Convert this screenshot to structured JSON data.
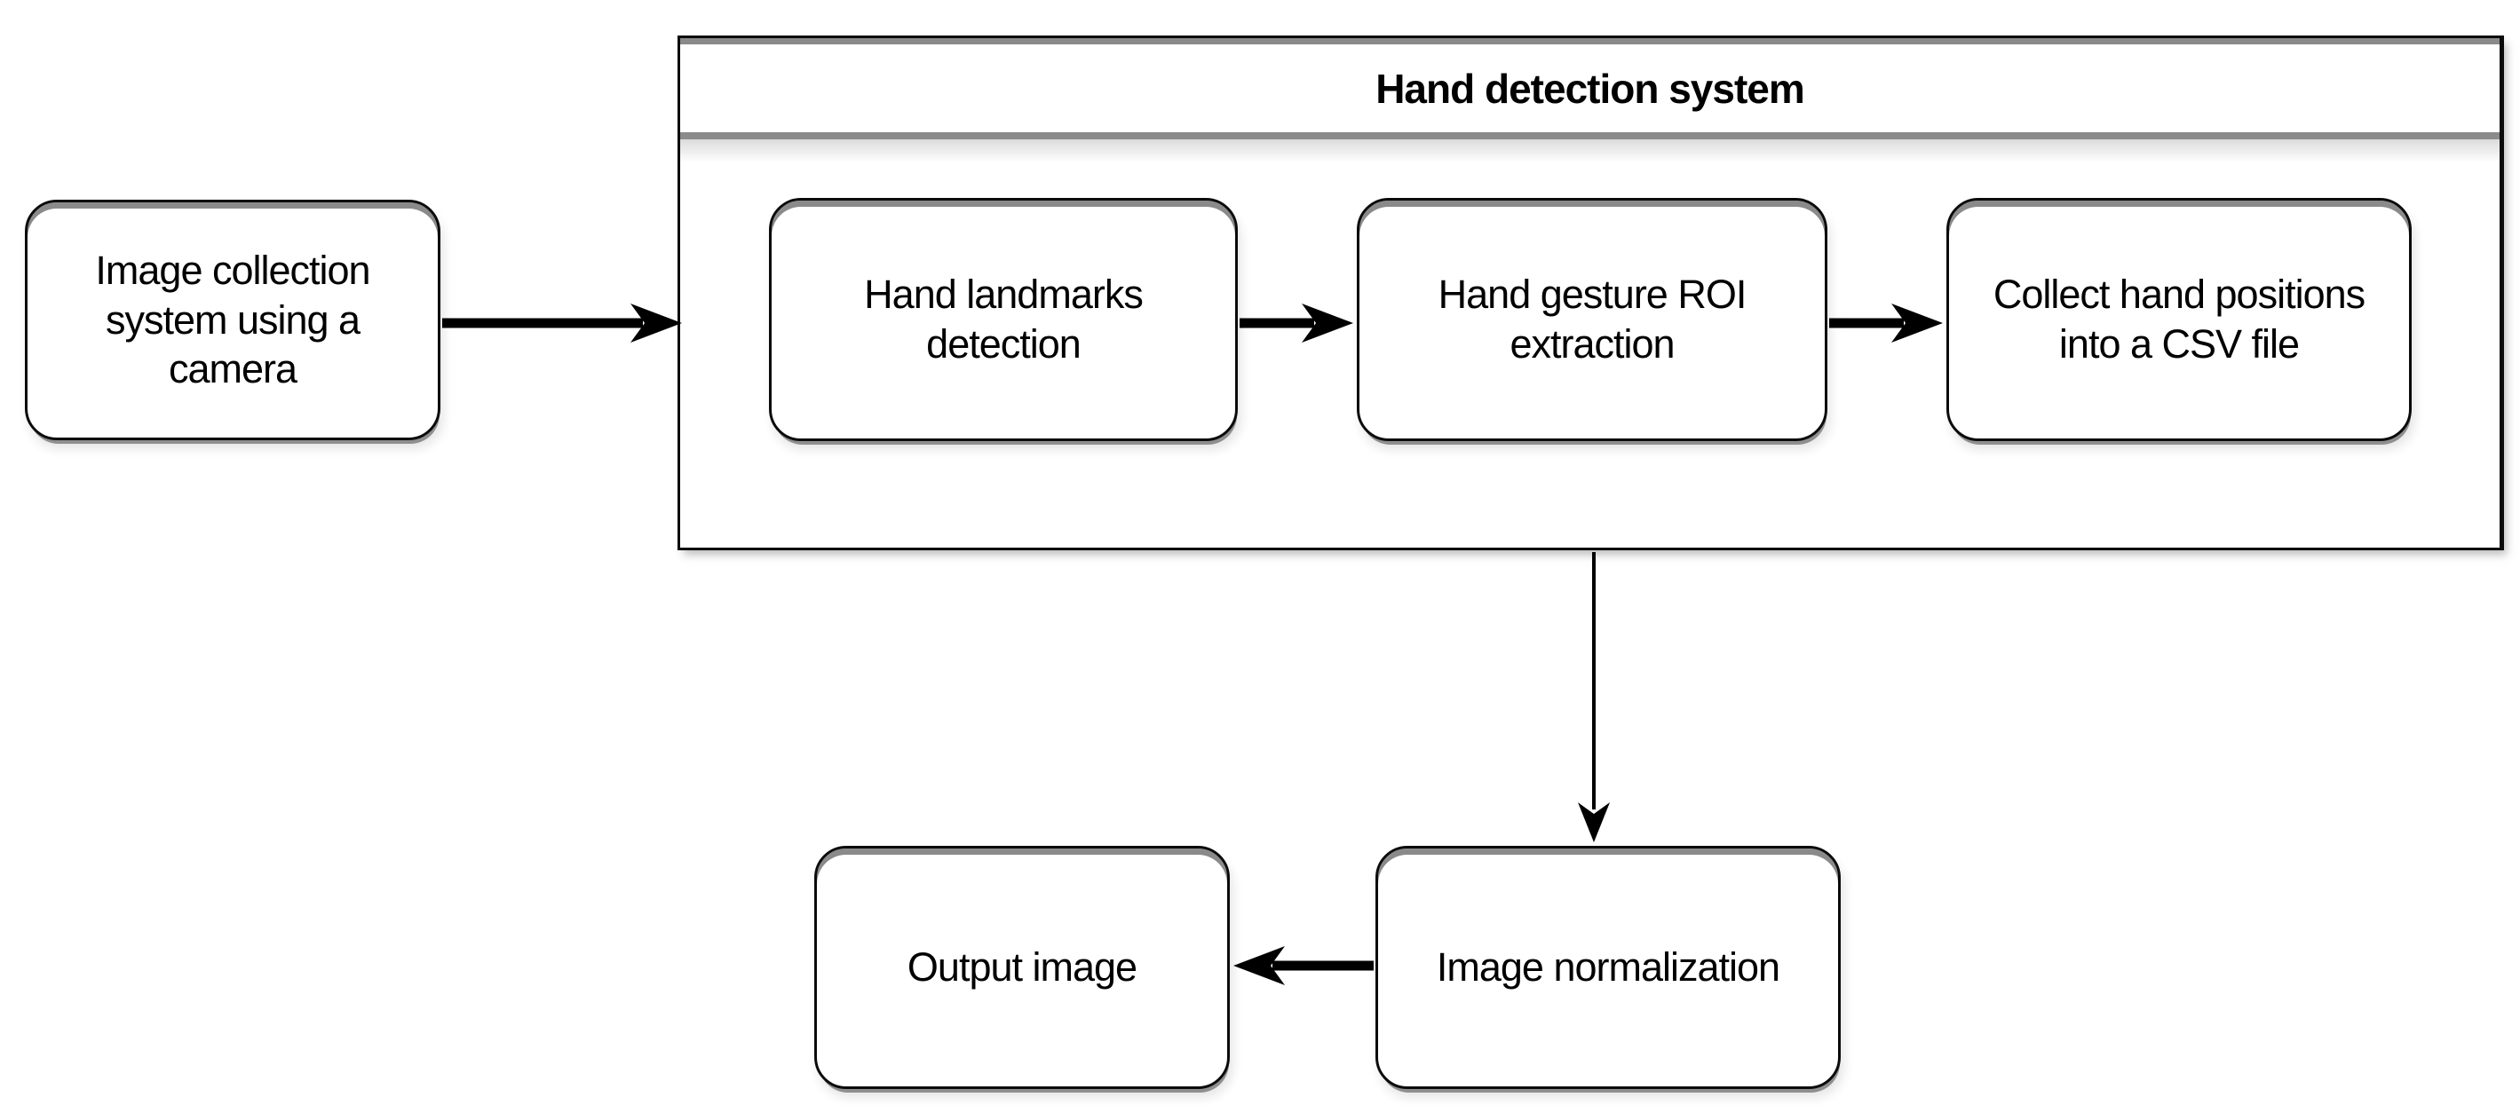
{
  "diagram": {
    "title": "Hand detection system",
    "nodes": {
      "image_collection": {
        "label": "Image collection\nsystem using a\ncamera"
      },
      "hand_landmarks": {
        "label": "Hand landmarks\ndetection"
      },
      "hand_gesture_roi": {
        "label": "Hand gesture ROI\nextraction"
      },
      "collect_positions": {
        "label": "Collect hand positions\ninto a CSV file"
      },
      "image_normalization": {
        "label": "Image normalization"
      },
      "output_image": {
        "label": "Output image"
      }
    },
    "edges": [
      {
        "from": "image_collection",
        "to": "hand_detection_system",
        "direction": "right"
      },
      {
        "from": "hand_landmarks",
        "to": "hand_gesture_roi",
        "direction": "right"
      },
      {
        "from": "hand_gesture_roi",
        "to": "collect_positions",
        "direction": "right"
      },
      {
        "from": "hand_detection_system",
        "to": "image_normalization",
        "direction": "down"
      },
      {
        "from": "image_normalization",
        "to": "output_image",
        "direction": "left"
      }
    ],
    "colors": {
      "border": "#0b0b0b",
      "shadow_gray": "#8a8a8a",
      "fill": "#ffffff",
      "text": "#000000",
      "arrow": "#000000"
    }
  }
}
